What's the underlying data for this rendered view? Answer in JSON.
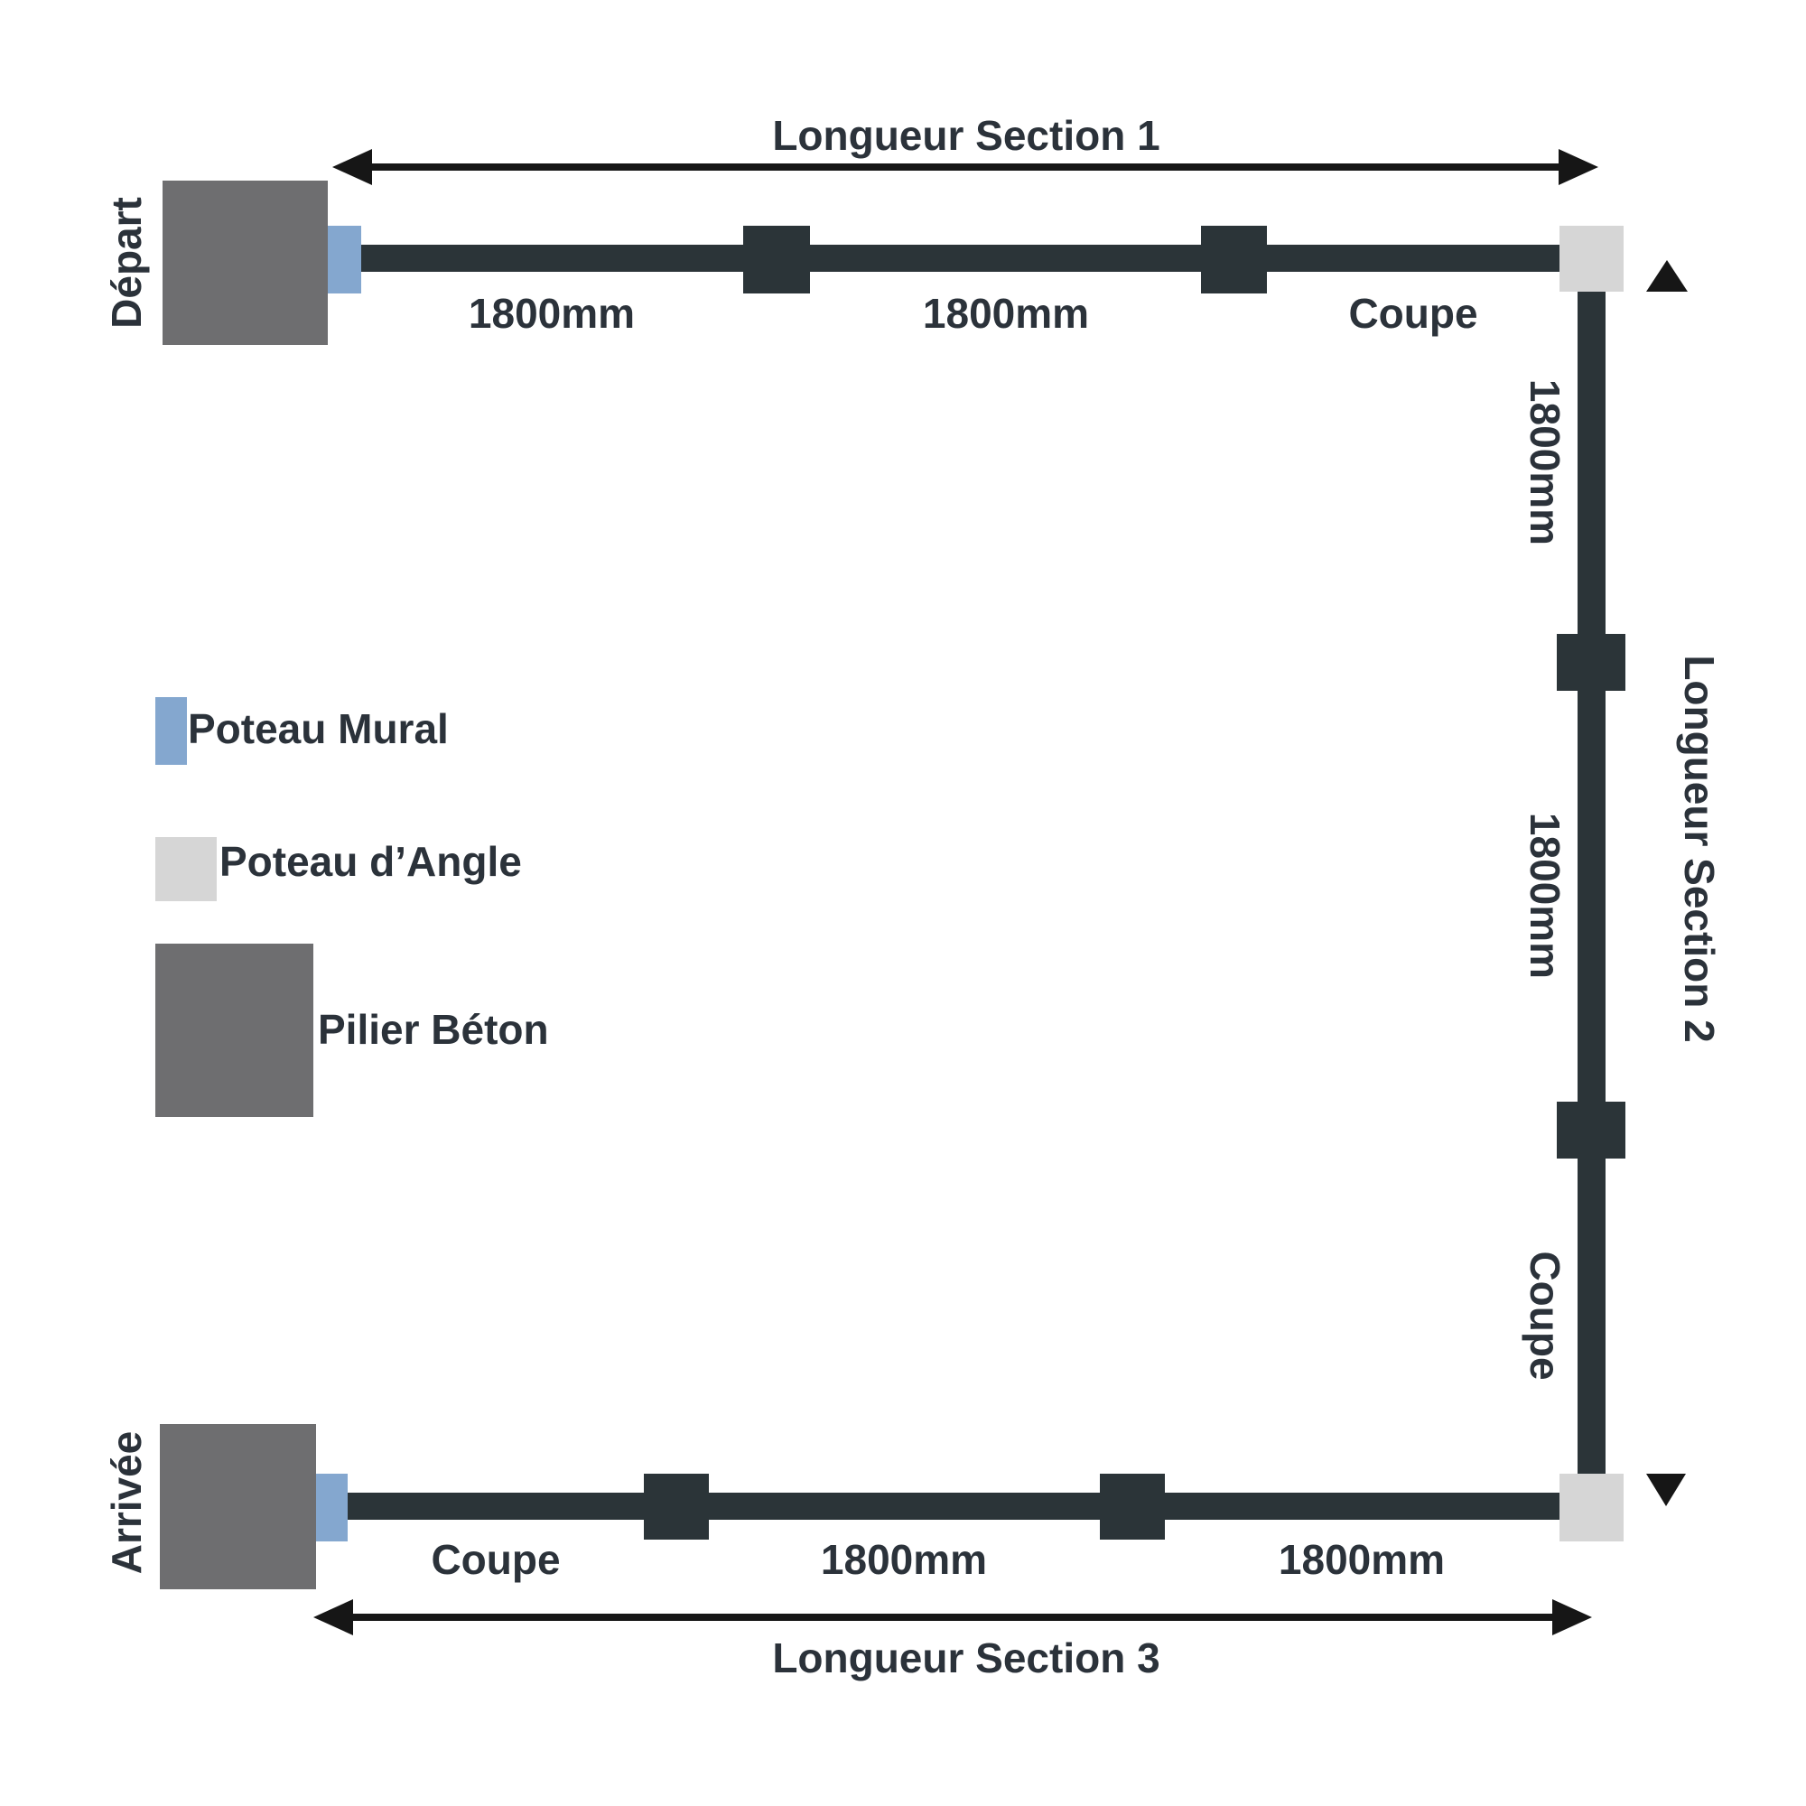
{
  "colors": {
    "rail": "#2b3438",
    "post": "#2b3438",
    "pillar": "#6e6e70",
    "corner_post": "#d6d6d6",
    "wall_post": "#84a7cf",
    "arrow": "#161616",
    "text": "#2b323a"
  },
  "sections": {
    "section1": {
      "title": "Longueur Section 1",
      "start_label": "Départ",
      "segments": [
        "1800mm",
        "1800mm",
        "Coupe"
      ]
    },
    "section2": {
      "title": "Longueur Section 2",
      "segments": [
        "1800mm",
        "1800mm",
        "Coupe"
      ]
    },
    "section3": {
      "title": "Longueur Section 3",
      "end_label": "Arrivée",
      "segments": [
        "Coupe",
        "1800mm",
        "1800mm"
      ]
    }
  },
  "legend": {
    "items": [
      {
        "icon": "wall-post-swatch",
        "label": "Poteau Mural"
      },
      {
        "icon": "corner-post-swatch",
        "label": "Poteau d’Angle"
      },
      {
        "icon": "concrete-pillar-swatch",
        "label": "Pilier Béton"
      }
    ]
  }
}
